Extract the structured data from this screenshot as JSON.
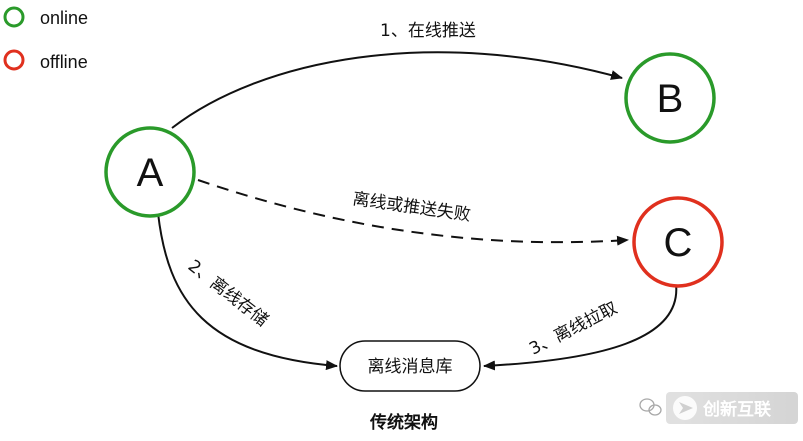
{
  "colors": {
    "online": "#2a9a2a",
    "offline": "#e0301e",
    "edge": "#111111",
    "store_fill": "#ffffff"
  },
  "legend": [
    {
      "label": "online",
      "status": "online"
    },
    {
      "label": "offline",
      "status": "offline"
    }
  ],
  "nodes": {
    "a": {
      "label": "A",
      "status": "online"
    },
    "b": {
      "label": "B",
      "status": "online"
    },
    "c": {
      "label": "C",
      "status": "offline"
    },
    "store": {
      "label": "离线消息库"
    }
  },
  "edges": {
    "online_push": {
      "label": "1、在线推送",
      "style": "solid"
    },
    "offline_or_fail": {
      "label": "离线或推送失败",
      "style": "dashed"
    },
    "offline_store": {
      "label": "2、离线存储",
      "style": "solid"
    },
    "offline_pull": {
      "label": "3、离线拉取",
      "style": "solid"
    }
  },
  "caption": "传统架构",
  "watermark": {
    "text": "创新互联",
    "icon": "wechat-icon"
  }
}
